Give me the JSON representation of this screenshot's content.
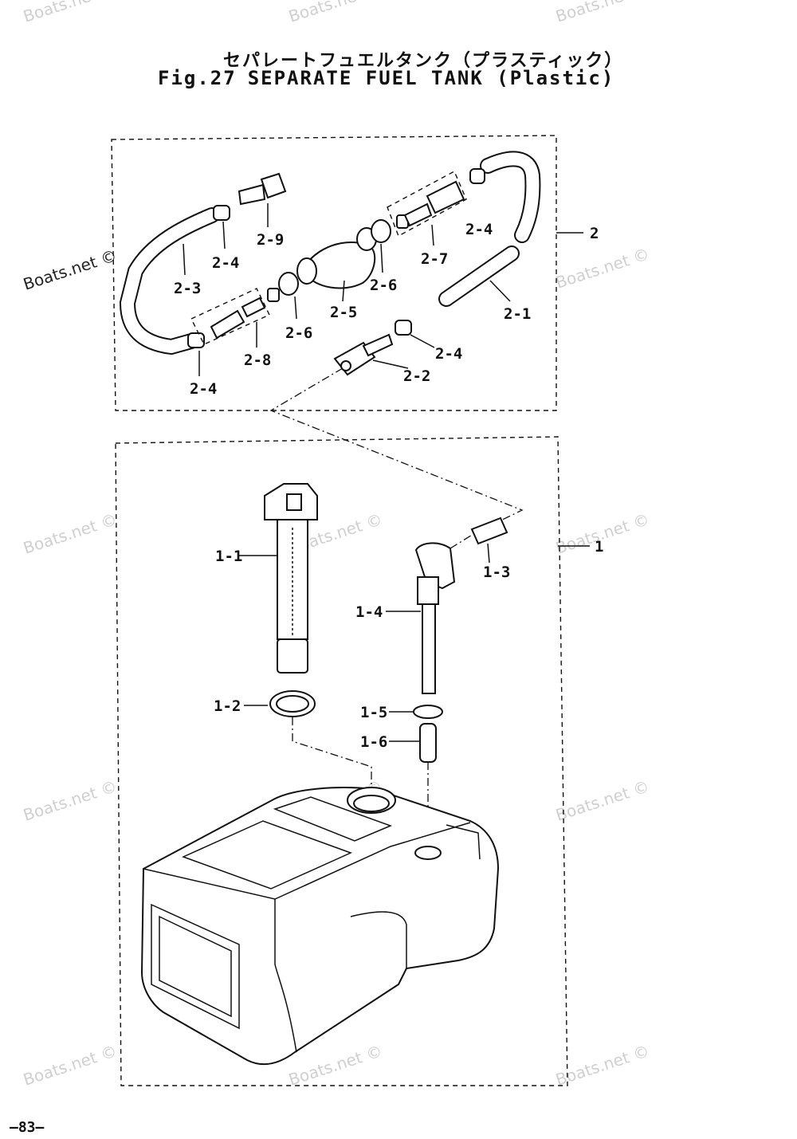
{
  "title": {
    "japanese": "セパレートフュエルタンク（プラスティック）",
    "figure": "Fig.27",
    "english": "SEPARATE FUEL TANK (Plastic)"
  },
  "callouts": {
    "group_2": "2",
    "c2_1": "2-1",
    "c2_2": "2-2",
    "c2_3": "2-3",
    "c2_4_a": "2-4",
    "c2_4_b": "2-4",
    "c2_4_c": "2-4",
    "c2_4_d": "2-4",
    "c2_5": "2-5",
    "c2_6_a": "2-6",
    "c2_6_b": "2-6",
    "c2_7": "2-7",
    "c2_8": "2-8",
    "c2_9": "2-9",
    "group_1": "1",
    "c1_1": "1-1",
    "c1_2": "1-2",
    "c1_3": "1-3",
    "c1_4": "1-4",
    "c1_5": "1-5",
    "c1_6": "1-6"
  },
  "watermark": "Boats.net ©",
  "page_number": "—83—"
}
